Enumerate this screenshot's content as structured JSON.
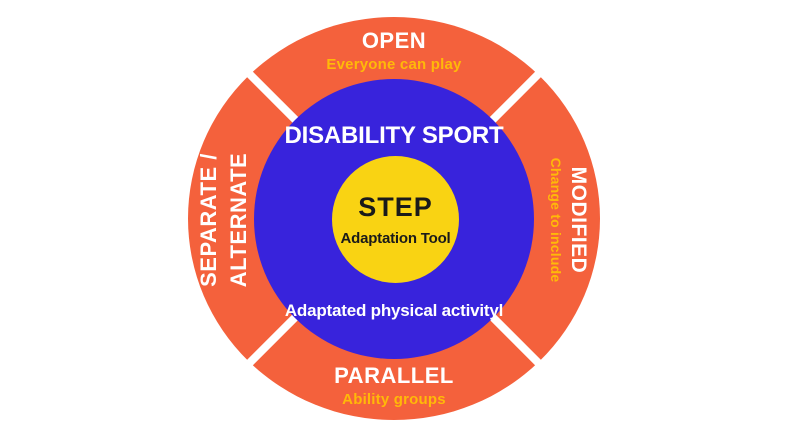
{
  "diagram_title": "STEP Adaptation Tool inclusion spectrum diagram",
  "colors": {
    "outer_ring_orange": "#F4613C",
    "middle_ring_blue": "#3823DC",
    "center_circle_yellow": "#F9D313",
    "segment_label_white": "#FFFFFF",
    "segment_sublabel_gold": "#FFB908",
    "center_text_black": "#1A1A1A",
    "background": "#FFFFFF"
  },
  "center": {
    "title": "STEP",
    "subtitle": "Adaptation Tool"
  },
  "middle_ring": {
    "top_label": "DISABILITY SPORT",
    "bottom_label": "Adaptated physical activityl"
  },
  "outer_ring": {
    "top": {
      "label": "OPEN",
      "sublabel": "Everyone can play"
    },
    "right": {
      "label": "MODIFIED",
      "sublabel": "Change to include"
    },
    "bottom": {
      "label": "PARALLEL",
      "sublabel": "Ability groups"
    },
    "left": {
      "label_line1": "SEPARATE /",
      "label_line2": "ALTERNATE"
    }
  }
}
